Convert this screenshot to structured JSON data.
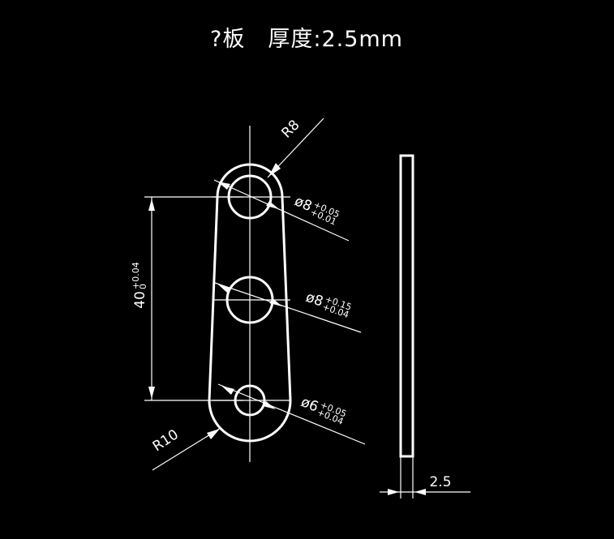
{
  "drawing": {
    "title": "?板　厚度:2.5mm",
    "background_color": "#000000",
    "line_color": "#ffffff"
  },
  "annotations": {
    "radius_top": "R8",
    "radius_bottom": "R10",
    "hole_top": {
      "diameter": "ø8",
      "tol_upper": "+0.05",
      "tol_lower": "+0.01"
    },
    "hole_middle": {
      "diameter": "ø8",
      "tol_upper": "+0.15",
      "tol_lower": "+0.04"
    },
    "hole_bottom": {
      "diameter": "ø6",
      "tol_upper": "+0.05",
      "tol_lower": "+0.04"
    },
    "vertical_span": {
      "value": "40",
      "tol_upper": "+0.04",
      "tol_lower": "0"
    },
    "thickness": "2.5"
  },
  "chart_data": {
    "type": "table",
    "title": "?板  厚度:2.5mm",
    "views": [
      {
        "name": "front-view",
        "outline": "obround-slot plate",
        "top_arc_radius_mm": 8,
        "bottom_arc_radius_mm": 10,
        "hole_spacing_mm": 40,
        "holes": [
          {
            "position": "top",
            "nominal_dia_mm": 8,
            "tol_upper_mm": 0.05,
            "tol_lower_mm": 0.01
          },
          {
            "position": "middle",
            "nominal_dia_mm": 8,
            "tol_upper_mm": 0.15,
            "tol_lower_mm": 0.04
          },
          {
            "position": "bottom",
            "nominal_dia_mm": 6,
            "tol_upper_mm": 0.05,
            "tol_lower_mm": 0.04
          }
        ]
      },
      {
        "name": "side-view",
        "outline": "thin rectangle",
        "thickness_mm": 2.5
      }
    ]
  }
}
